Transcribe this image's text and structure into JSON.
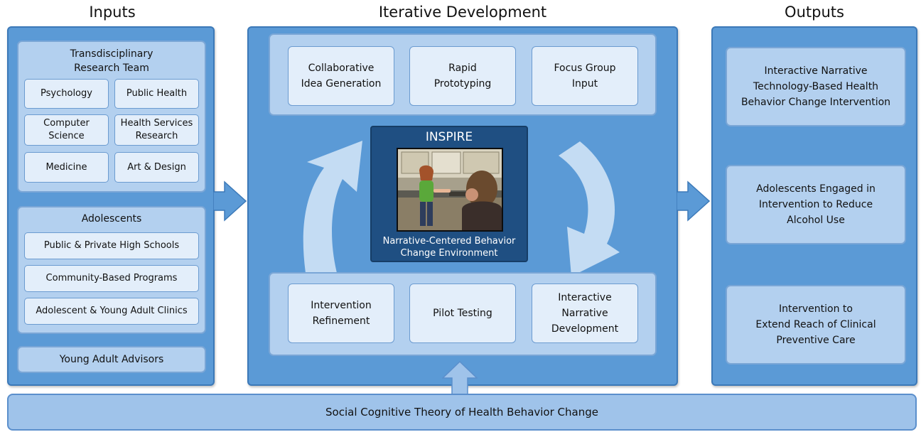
{
  "headings": {
    "inputs": "Inputs",
    "iterative": "Iterative Development",
    "outputs": "Outputs"
  },
  "inputs": {
    "team": {
      "title": "Transdisciplinary\nResearch Team",
      "disciplines": [
        "Psychology",
        "Public Health",
        "Computer\nScience",
        "Health Services\nResearch",
        "Medicine",
        "Art & Design"
      ]
    },
    "adolescents": {
      "title": "Adolescents",
      "items": [
        "Public & Private High Schools",
        "Community-Based Programs",
        "Adolescent & Young Adult Clinics"
      ]
    },
    "advisors": "Young Adult Advisors"
  },
  "iterative": {
    "top_steps": [
      "Collaborative\nIdea Generation",
      "Rapid\nPrototyping",
      "Focus Group\nInput"
    ],
    "bottom_steps": [
      "Intervention\nRefinement",
      "Pilot Testing",
      "Interactive\nNarrative\nDevelopment"
    ],
    "center": {
      "title": "INSPIRE",
      "subtitle": "Narrative-Centered Behavior\nChange Environment"
    }
  },
  "outputs": [
    "Interactive Narrative\nTechnology-Based Health\nBehavior Change Intervention",
    "Adolescents Engaged in\nIntervention to Reduce\nAlcohol Use",
    "Intervention to\nExtend Reach of Clinical\nPreventive Care"
  ],
  "foundation": "Social Cognitive Theory of Health Behavior Change",
  "colors": {
    "column_fill": "#5b9ad6",
    "panel_fill": "#b3d0ef",
    "cell_fill": "#e3eefa",
    "arrow_fill": "#5b9ad6",
    "cycle_arrow_fill": "#c4dcf3",
    "inspire_fill": "#1f4f82"
  }
}
